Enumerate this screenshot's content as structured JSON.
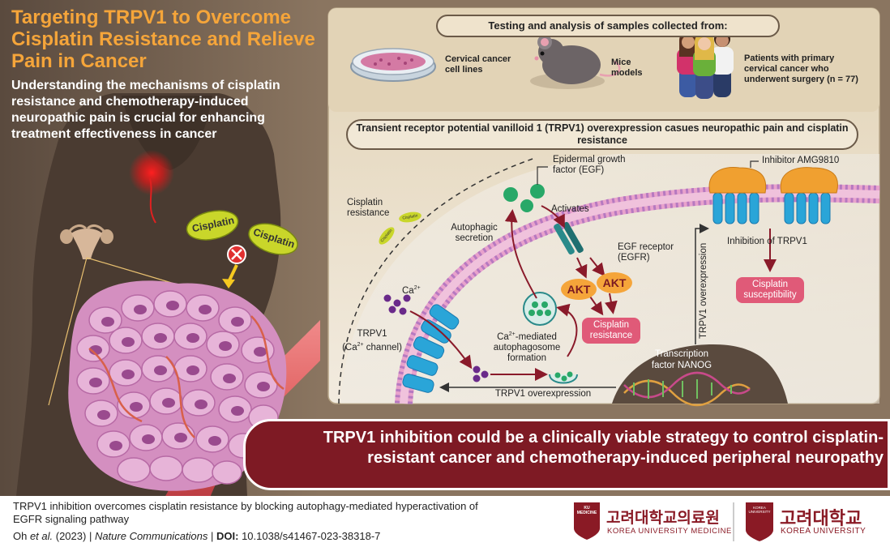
{
  "left_panel": {
    "title": "Targeting TRPV1 to Overcome Cisplatin Resistance and Relieve Pain in Cancer",
    "subtitle": "Understanding the mechanisms of cisplatin resistance and chemotherapy-induced neuropathic pain is crucial for enhancing treatment effectiveness in cancer",
    "drug_labels": [
      "Cisplatin",
      "Cisplatin"
    ]
  },
  "samples": {
    "header": "Testing and analysis of samples collected from:",
    "items": [
      {
        "label": "Cervical cancer cell lines",
        "icon": "petri-dish-icon"
      },
      {
        "label": "Mice models",
        "icon": "mouse-icon"
      },
      {
        "label": "Patients with primary cervical cancer who underwent surgery (n = 77)",
        "icon": "patients-icon"
      }
    ]
  },
  "mechanism": {
    "header": "Transient receptor potential vanilloid 1 (TRPV1) overexpression casues neuropathic pain and cisplatin resistance",
    "labels": {
      "egf": "Epidermal growth factor (EGF)",
      "inhibitor": "Inhibitor AMG9810",
      "cisplatin_resistance_left": "Cisplatin resistance",
      "cisplatin_small": "Cisplatin",
      "autophagic_secretion": "Autophagic secretion",
      "activates": "Activates",
      "egfr": "EGF receptor (EGFR)",
      "inhibition": "Inhibition of TRPV1",
      "ca": "Ca",
      "ca_sup": "2+",
      "akt": "AKT",
      "trpv1_channel_a": "TRPV1",
      "trpv1_channel_b": "(Ca",
      "trpv1_channel_c": "2+",
      "trpv1_channel_d": " channel)",
      "autophagosome_a": "Ca",
      "autophagosome_b": "2+",
      "autophagosome_c": "-mediated autophagosome formation",
      "cisplatin_resistance_pill": "Cisplatin resistance",
      "cisplatin_susceptibility_pill": "Cisplatin susceptibility",
      "trpv1_overexpression_vertical": "TRPV1 overexpression",
      "nanog": "Transcription factor NANOG",
      "trpv1_overexpression_bottom": "TRPV1 overexpression"
    }
  },
  "conclusion": "TRPV1 inhibition could be a clinically viable strategy to control cisplatin-resistant cancer and chemotherapy-induced peripheral neuropathy",
  "footer": {
    "paper_title": "TRPV1 inhibition overcomes cisplatin resistance by blocking autophagy-mediated hyperactivation of EGFR signaling pathway",
    "citation_a": "Oh",
    "citation_b": " et al.",
    "citation_c": " (2023) | ",
    "citation_d": "Nature Communications",
    "citation_e": " | ",
    "citation_f": "DOI:",
    "citation_g": " 10.1038/s41467-023-38318-7"
  },
  "logos": {
    "medicine_kor": "고려대학교의료원",
    "medicine_en": "KOREA UNIVERSITY MEDICINE",
    "medicine_badge": "KU MEDICINE",
    "univ_kor": "고려대학교",
    "univ_en": "KOREA UNIVERSITY",
    "univ_badge": "KOREA UNIVERSITY"
  },
  "colors": {
    "accent_orange": "#f5a53a",
    "banner_red": "#7e1a24",
    "pill_pink": "#e05a78",
    "panel_beige": "#e8dcc4"
  }
}
